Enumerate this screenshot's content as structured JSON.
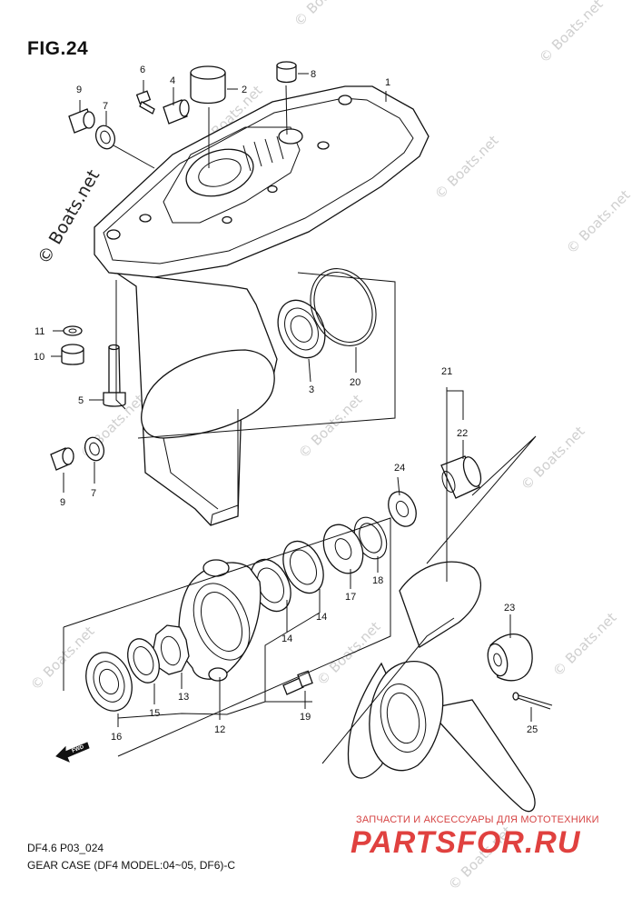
{
  "figure_title": "FIG.24",
  "footer": {
    "code": "DF4.6 P03_024",
    "caption": "GEAR CASE (DF4 MODEL:04~05, DF6)-C"
  },
  "watermark": {
    "main": "© Boats.net",
    "repeat": "© Boats.net"
  },
  "branding": {
    "tagline": "ЗАПЧАСТИ И АКСЕССУАРЫ ДЛЯ МОТОТЕХНИКИ",
    "logo": "PARTSFOR.RU"
  },
  "fwd_label": "FWD",
  "parts": {
    "p1": "1",
    "p2": "2",
    "p3": "3",
    "p4": "4",
    "p5": "5",
    "p6": "6",
    "p7a": "7",
    "p7b": "7",
    "p8": "8",
    "p9a": "9",
    "p9b": "9",
    "p10": "10",
    "p11": "11",
    "p12": "12",
    "p13": "13",
    "p14a": "14",
    "p14b": "14",
    "p15": "15",
    "p16": "16",
    "p17": "17",
    "p18": "18",
    "p19": "19",
    "p20": "20",
    "p21": "21",
    "p22": "22",
    "p23": "23",
    "p24": "24",
    "p25": "25"
  }
}
